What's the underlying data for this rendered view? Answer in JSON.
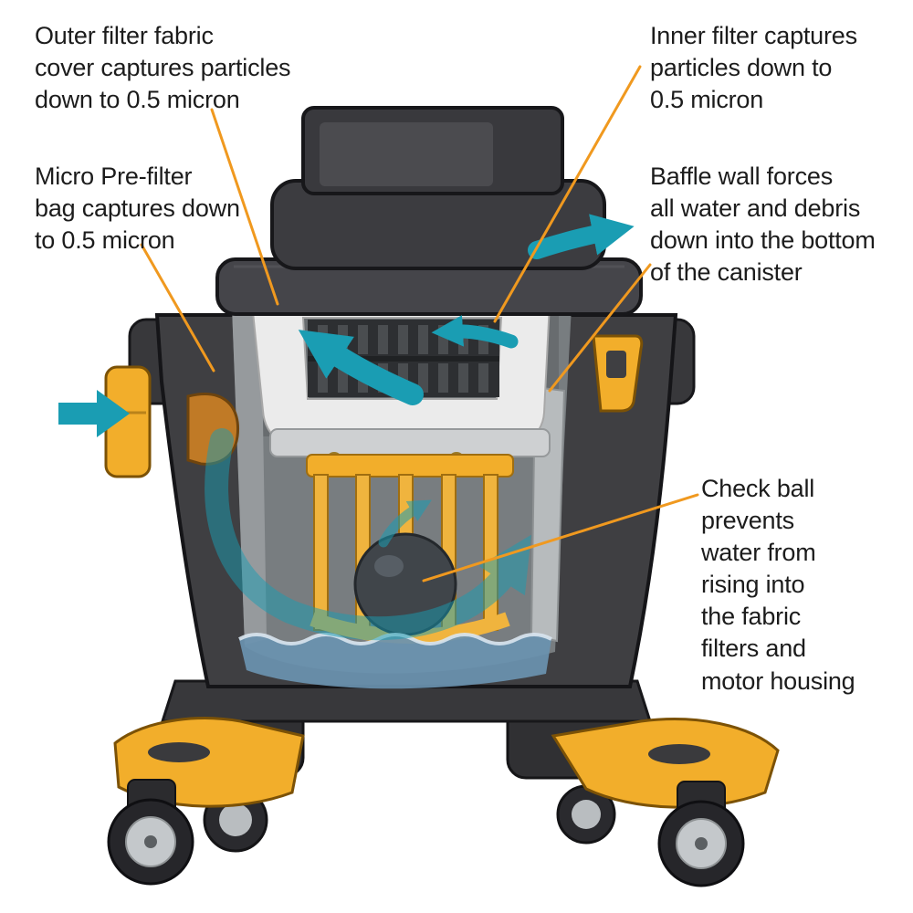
{
  "diagram": {
    "labels": {
      "outer_filter": "Outer filter fabric\ncover captures particles\ndown to 0.5 micron",
      "inner_filter": "Inner filter captures\nparticles down to\n0.5 micron",
      "pre_filter": "Micro Pre-filter\nbag captures down\nto 0.5 micron",
      "baffle_wall": "Baffle wall forces\nall water and debris\ndown into the bottom\nof the canister",
      "check_ball": "Check ball\nprevents\nwater from\nrising into\nthe fabric\nfilters and\nmotor housing"
    },
    "colors": {
      "leader_line": "#f0991f",
      "airflow_arrow": "#1a9db3",
      "accent_yellow": "#f2ae2b",
      "body_gray": "#3f3f42",
      "water_blue": "#6a92b0",
      "text": "#1c1c1c",
      "background": "#ffffff"
    }
  }
}
